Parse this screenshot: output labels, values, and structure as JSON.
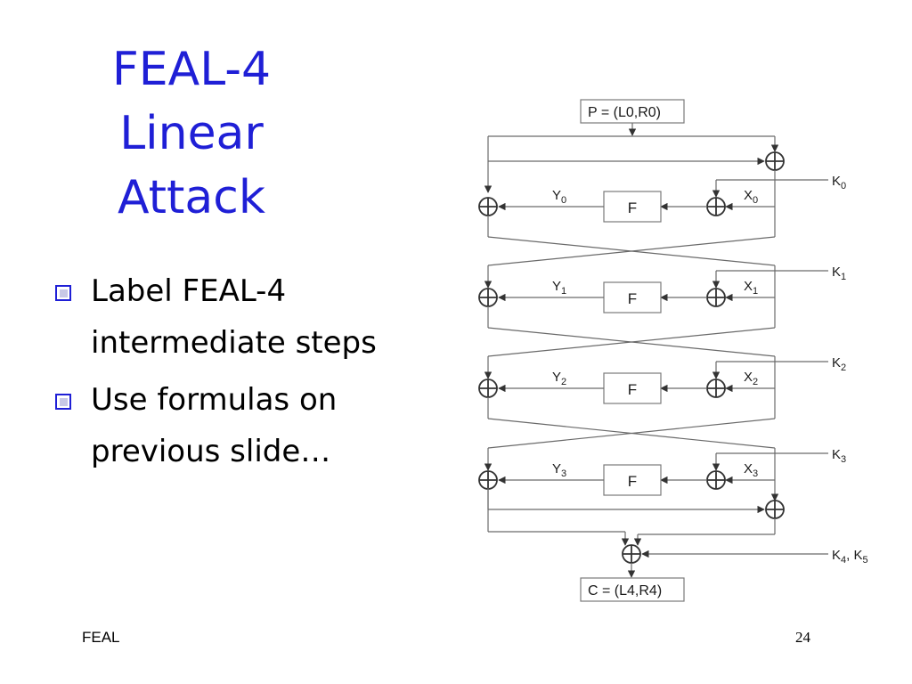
{
  "slide": {
    "title_lines": [
      "FEAL-4",
      "Linear",
      "Attack"
    ],
    "bullets": [
      "Label FEAL-4 intermediate steps",
      "Use formulas on previous slide…"
    ],
    "footer_left": "FEAL",
    "page_number": "24"
  },
  "diagram": {
    "plaintext_label": "P = (L0,R0)",
    "ciphertext_label": "C = (L4,R4)",
    "f_label": "F",
    "rounds": [
      {
        "y": "Y",
        "y_sub": "0",
        "x": "X",
        "x_sub": "0",
        "k": "K",
        "k_sub": "0"
      },
      {
        "y": "Y",
        "y_sub": "1",
        "x": "X",
        "x_sub": "1",
        "k": "K",
        "k_sub": "1"
      },
      {
        "y": "Y",
        "y_sub": "2",
        "x": "X",
        "x_sub": "2",
        "k": "K",
        "k_sub": "2"
      },
      {
        "y": "Y",
        "y_sub": "3",
        "x": "X",
        "x_sub": "3",
        "k": "K",
        "k_sub": "3"
      }
    ],
    "final_key": {
      "k1": "K",
      "s1": "4",
      "sep": ", ",
      "k2": "K",
      "s2": "5"
    },
    "colors": {
      "title": "#1f1fd6",
      "bullet": "#1f1fd6",
      "lines": "#6a6a6a"
    }
  }
}
